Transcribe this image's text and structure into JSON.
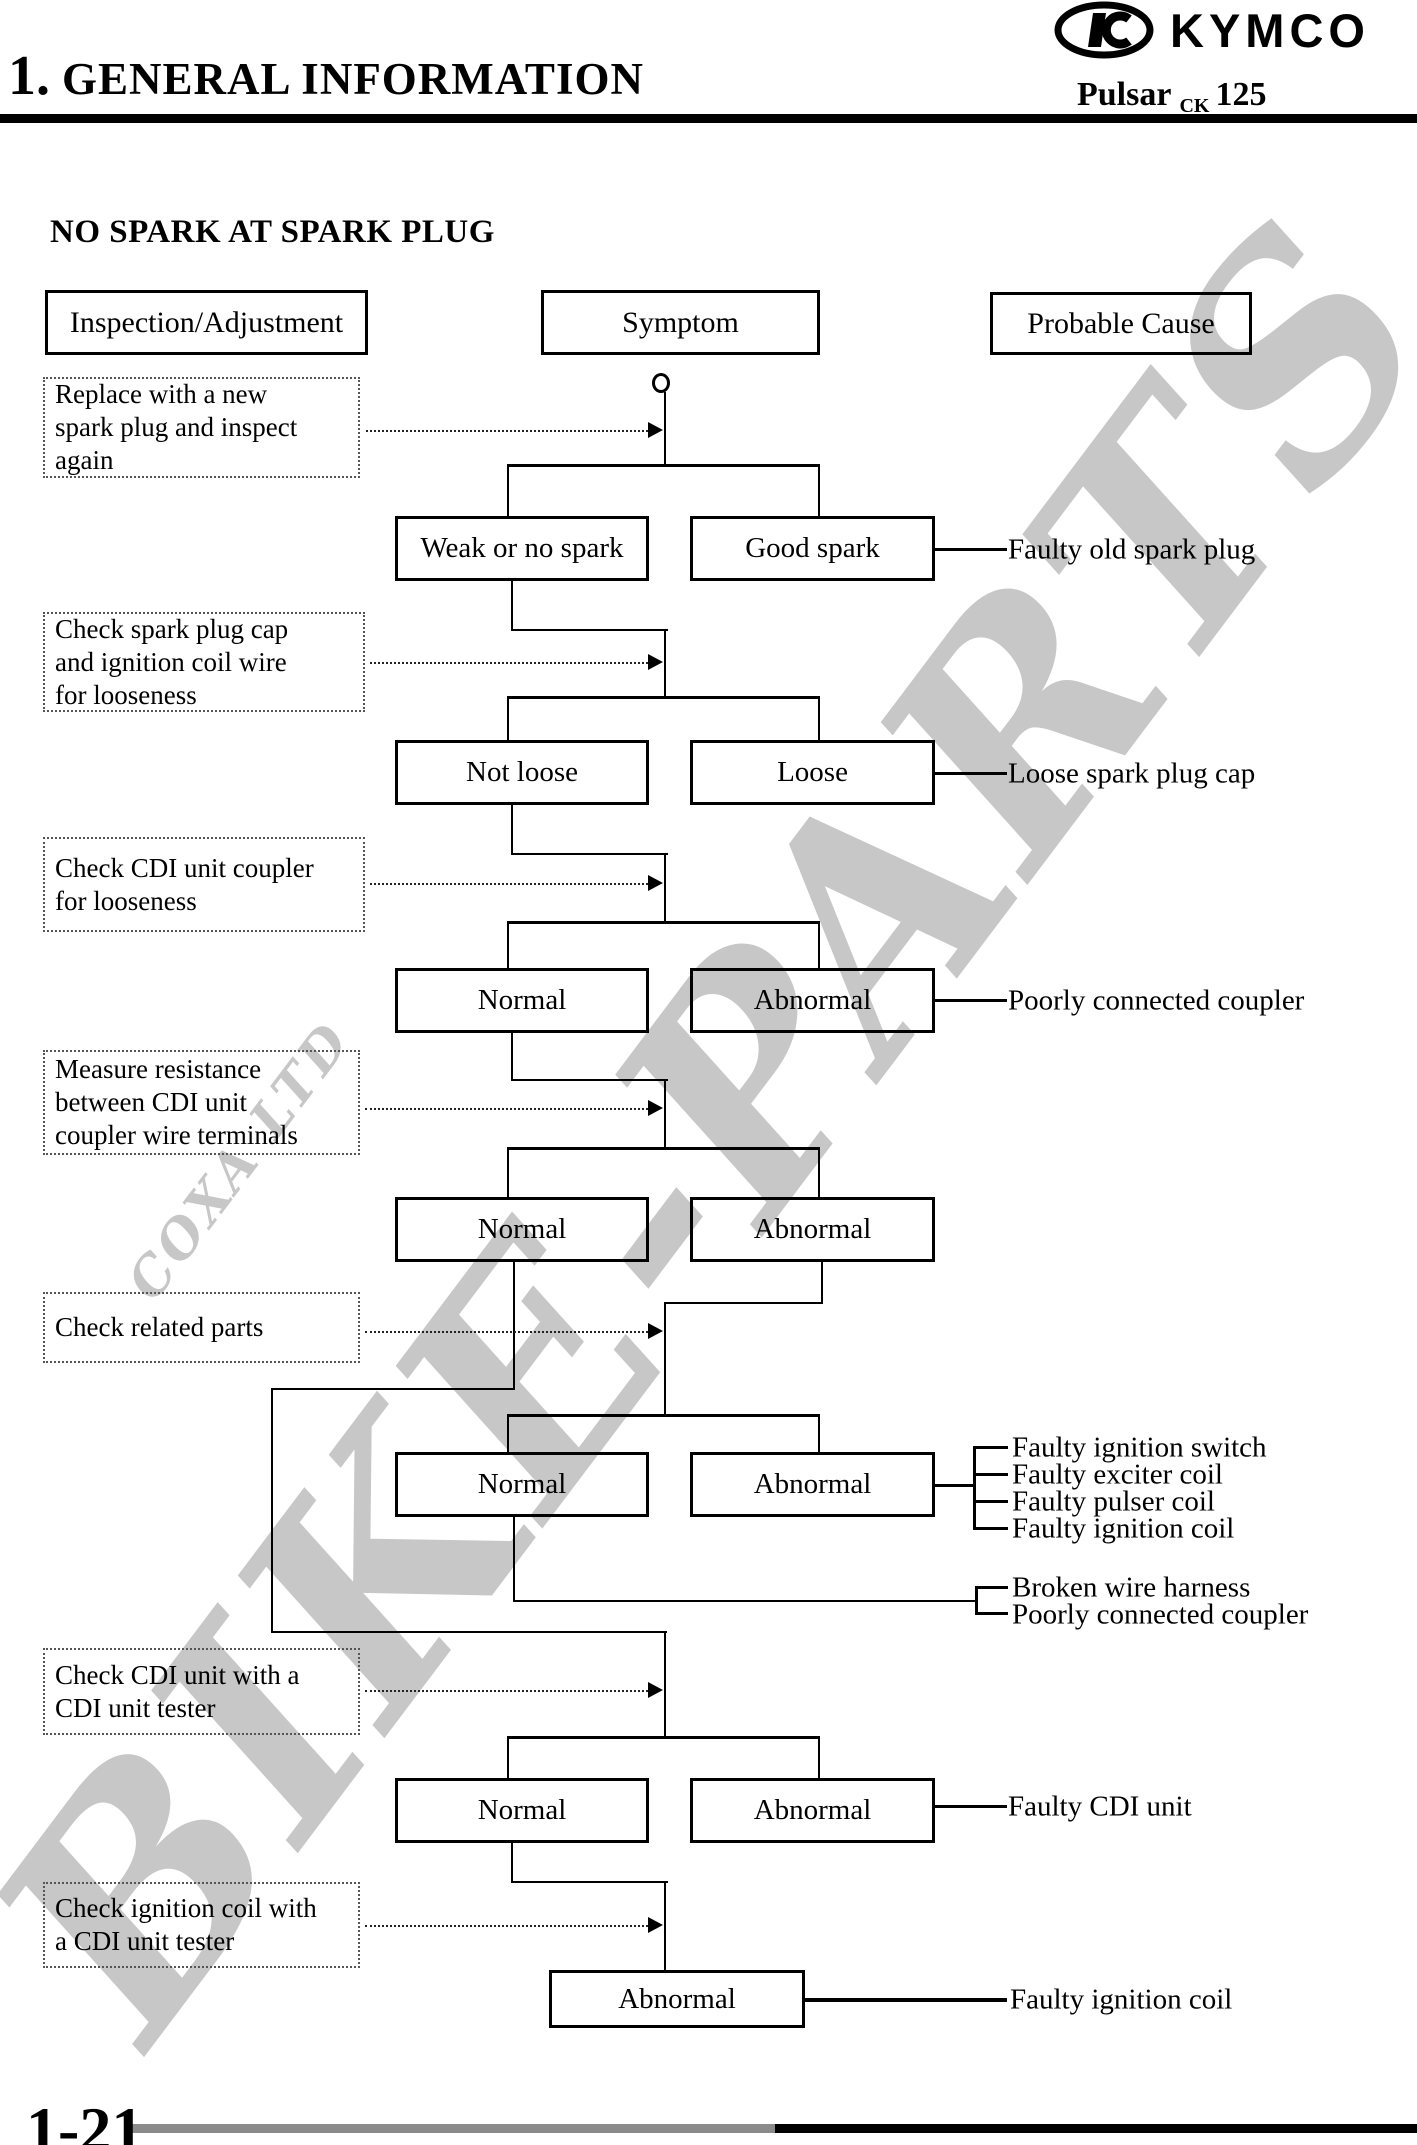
{
  "header": {
    "doc_title_num": "1.",
    "doc_title": "GENERAL INFORMATION",
    "brand": "KYMCO",
    "model_name": "Pulsar",
    "model_sub": "CK",
    "model_number": "125"
  },
  "section": {
    "title": "NO SPARK AT SPARK PLUG"
  },
  "columns": {
    "inspection": "Inspection/Adjustment",
    "symptom": "Symptom",
    "cause": "Probable Cause"
  },
  "steps": [
    {
      "text": "Replace with a new\nspark plug and inspect\nagain"
    },
    {
      "text": "Check spark plug cap\nand ignition coil wire\nfor looseness"
    },
    {
      "text": "Check CDI unit coupler\nfor looseness"
    },
    {
      "text": "Measure resistance\nbetween CDI unit\ncoupler wire terminals"
    },
    {
      "text": "Check related parts"
    },
    {
      "text": "Check CDI unit with a\nCDI unit tester"
    },
    {
      "text": "Check ignition coil with\na CDI unit tester"
    }
  ],
  "flow": {
    "levels": [
      {
        "left": "Weak or no spark",
        "right": "Good spark",
        "cause": "Faulty old spark plug"
      },
      {
        "left": "Not loose",
        "right": "Loose",
        "cause": "Loose spark plug cap"
      },
      {
        "left": "Normal",
        "right": "Abnormal",
        "cause": "Poorly connected coupler"
      },
      {
        "left": "Normal",
        "right": "Abnormal"
      },
      {
        "left": "Normal",
        "right": "Abnormal",
        "causes": [
          "Faulty ignition switch",
          "Faulty exciter coil",
          "Faulty pulser coil",
          "Faulty ignition coil"
        ]
      },
      {
        "left": "Normal",
        "right": "Abnormal",
        "cause": "Faulty CDI unit"
      }
    ],
    "harness_causes": [
      "Broken wire harness",
      "Poorly connected coupler"
    ],
    "final": {
      "label": "Abnormal",
      "cause": "Faulty ignition coil"
    }
  },
  "watermark": {
    "text": "BIKE-PARTS",
    "subtext": "COXA LTD"
  },
  "footer": {
    "page_number": "1-21"
  }
}
